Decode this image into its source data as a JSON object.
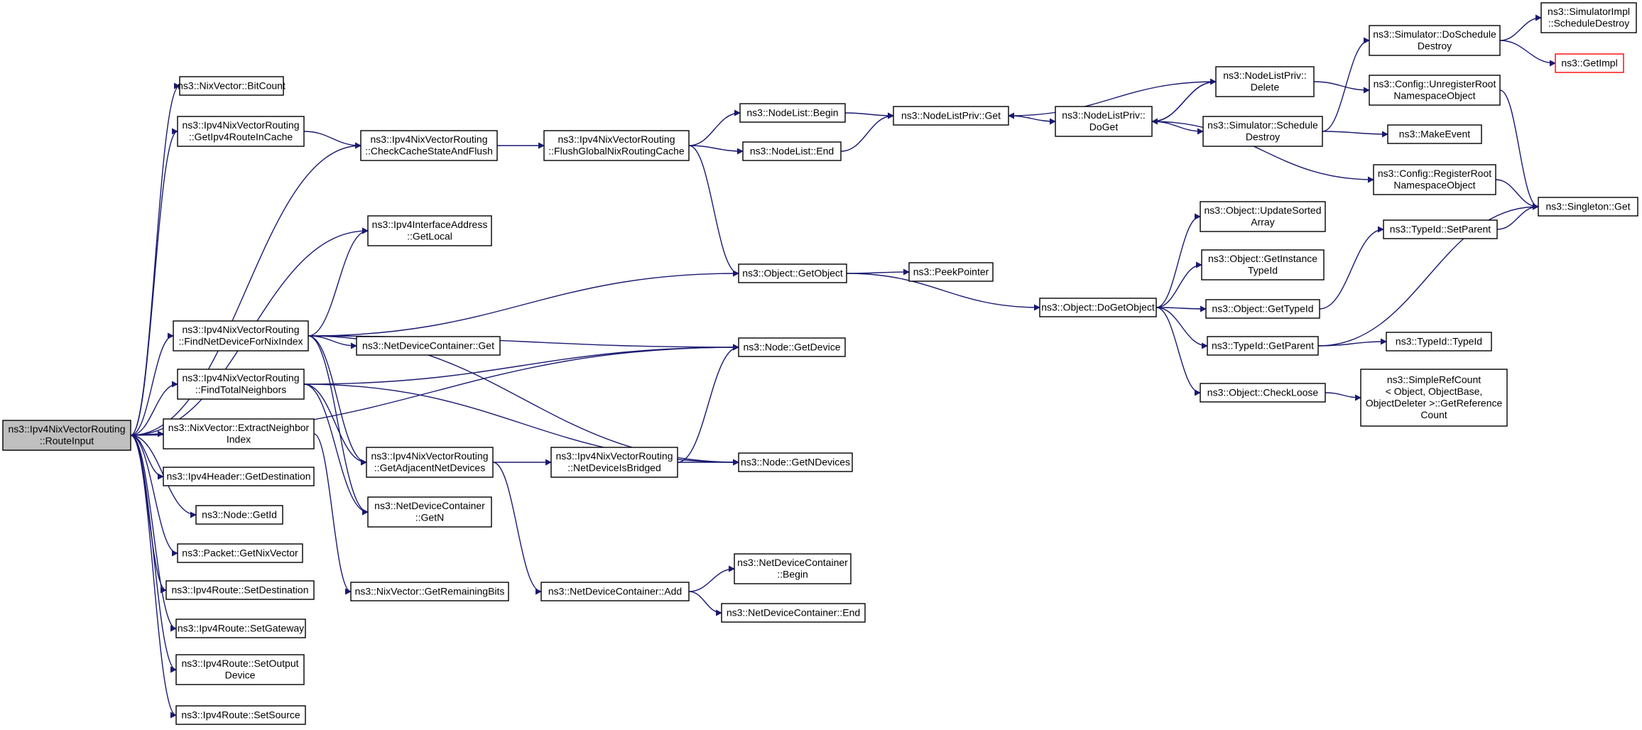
{
  "colors": {
    "edge": "#191970",
    "root_fill": "#bfbfbf",
    "external_border": "#ff0000"
  },
  "nodes": [
    {
      "id": "routeinput",
      "lines": [
        "ns3::Ipv4NixVectorRouting",
        "::RouteInput"
      ],
      "root": true
    },
    {
      "id": "bitcount",
      "lines": [
        "ns3::NixVector::BitCount"
      ]
    },
    {
      "id": "getipv4routeincache",
      "lines": [
        "ns3::Ipv4NixVectorRouting",
        "::GetIpv4RouteInCache"
      ]
    },
    {
      "id": "checkcache",
      "lines": [
        "ns3::Ipv4NixVectorRouting",
        "::CheckCacheStateAndFlush"
      ]
    },
    {
      "id": "flushglobal",
      "lines": [
        "ns3::Ipv4NixVectorRouting",
        "::FlushGlobalNixRoutingCache"
      ]
    },
    {
      "id": "nodelistbegin",
      "lines": [
        "ns3::NodeList::Begin"
      ]
    },
    {
      "id": "nodelistend",
      "lines": [
        "ns3::NodeList::End"
      ]
    },
    {
      "id": "nodelistprivget",
      "lines": [
        "ns3::NodeListPriv::Get"
      ]
    },
    {
      "id": "nodelistprivdoget",
      "lines": [
        "ns3::NodeListPriv::",
        "DoGet"
      ]
    },
    {
      "id": "nodelistprivdelete",
      "lines": [
        "ns3::NodeListPriv::",
        "Delete"
      ]
    },
    {
      "id": "simdoscheduledestroy",
      "lines": [
        "ns3::Simulator::DoSchedule",
        "Destroy"
      ]
    },
    {
      "id": "simimplscheduledestroy",
      "lines": [
        "ns3::SimulatorImpl",
        "::ScheduleDestroy"
      ]
    },
    {
      "id": "getimpl",
      "lines": [
        "ns3::GetImpl"
      ],
      "external": true
    },
    {
      "id": "configunregister",
      "lines": [
        "ns3::Config::UnregisterRoot",
        "NamespaceObject"
      ]
    },
    {
      "id": "simscheduledestroy",
      "lines": [
        "ns3::Simulator::Schedule",
        "Destroy"
      ]
    },
    {
      "id": "makeevent",
      "lines": [
        "ns3::MakeEvent"
      ]
    },
    {
      "id": "configregister",
      "lines": [
        "ns3::Config::RegisterRoot",
        "NamespaceObject"
      ]
    },
    {
      "id": "singletonget",
      "lines": [
        "ns3::Singleton::Get"
      ]
    },
    {
      "id": "ipv4ifaddrgetlocal",
      "lines": [
        "ns3::Ipv4InterfaceAddress",
        "::GetLocal"
      ]
    },
    {
      "id": "objectgetobject",
      "lines": [
        "ns3::Object::GetObject"
      ]
    },
    {
      "id": "peekpointer",
      "lines": [
        "ns3::PeekPointer"
      ]
    },
    {
      "id": "objectdogetobject",
      "lines": [
        "ns3::Object::DoGetObject"
      ]
    },
    {
      "id": "updatesortedarray",
      "lines": [
        "ns3::Object::UpdateSorted",
        "Array"
      ]
    },
    {
      "id": "getinstancetypeid",
      "lines": [
        "ns3::Object::GetInstance",
        "TypeId"
      ]
    },
    {
      "id": "objectgettypeid",
      "lines": [
        "ns3::Object::GetTypeId"
      ]
    },
    {
      "id": "typeidsetparent",
      "lines": [
        "ns3::TypeId::SetParent"
      ]
    },
    {
      "id": "typeidgetparent",
      "lines": [
        "ns3::TypeId::GetParent"
      ]
    },
    {
      "id": "typeidtypeid",
      "lines": [
        "ns3::TypeId::TypeId"
      ]
    },
    {
      "id": "checkloose",
      "lines": [
        "ns3::Object::CheckLoose"
      ]
    },
    {
      "id": "simplerefcount",
      "lines": [
        "ns3::SimpleRefCount",
        "< Object, ObjectBase,",
        "ObjectDeleter >::GetReference",
        "Count"
      ]
    },
    {
      "id": "findnetdevice",
      "lines": [
        "ns3::Ipv4NixVectorRouting",
        "::FindNetDeviceForNixIndex"
      ]
    },
    {
      "id": "ndcget",
      "lines": [
        "ns3::NetDeviceContainer::Get"
      ]
    },
    {
      "id": "nodegetdevice",
      "lines": [
        "ns3::Node::GetDevice"
      ]
    },
    {
      "id": "findtotalneighbors",
      "lines": [
        "ns3::Ipv4NixVectorRouting",
        "::FindTotalNeighbors"
      ]
    },
    {
      "id": "extractneighbor",
      "lines": [
        "ns3::NixVector::ExtractNeighbor",
        "Index"
      ]
    },
    {
      "id": "getadjacent",
      "lines": [
        "ns3::Ipv4NixVectorRouting",
        "::GetAdjacentNetDevices"
      ]
    },
    {
      "id": "netdeviceisbridged",
      "lines": [
        "ns3::Ipv4NixVectorRouting",
        "::NetDeviceIsBridged"
      ]
    },
    {
      "id": "nodegetndevices",
      "lines": [
        "ns3::Node::GetNDevices"
      ]
    },
    {
      "id": "ndcgetn",
      "lines": [
        "ns3::NetDeviceContainer",
        "::GetN"
      ]
    },
    {
      "id": "ipv4headergetdest",
      "lines": [
        "ns3::Ipv4Header::GetDestination"
      ]
    },
    {
      "id": "nodegetid",
      "lines": [
        "ns3::Node::GetId"
      ]
    },
    {
      "id": "packetgetnixvector",
      "lines": [
        "ns3::Packet::GetNixVector"
      ]
    },
    {
      "id": "routesetdest",
      "lines": [
        "ns3::Ipv4Route::SetDestination"
      ]
    },
    {
      "id": "routesetgateway",
      "lines": [
        "ns3::Ipv4Route::SetGateway"
      ]
    },
    {
      "id": "routesetoutput",
      "lines": [
        "ns3::Ipv4Route::SetOutput",
        "Device"
      ]
    },
    {
      "id": "routesetsource",
      "lines": [
        "ns3::Ipv4Route::SetSource"
      ]
    },
    {
      "id": "getremainingbits",
      "lines": [
        "ns3::NixVector::GetRemainingBits"
      ]
    },
    {
      "id": "ndcadd",
      "lines": [
        "ns3::NetDeviceContainer::Add"
      ]
    },
    {
      "id": "ndcbegin",
      "lines": [
        "ns3::NetDeviceContainer",
        "::Begin"
      ]
    },
    {
      "id": "ndcend",
      "lines": [
        "ns3::NetDeviceContainer::End"
      ]
    }
  ],
  "edges": [
    [
      "routeinput",
      "bitcount"
    ],
    [
      "routeinput",
      "getipv4routeincache"
    ],
    [
      "routeinput",
      "checkcache"
    ],
    [
      "routeinput",
      "nodegetdevice"
    ],
    [
      "routeinput",
      "ipv4ifaddrgetlocal"
    ],
    [
      "routeinput",
      "findnetdevice"
    ],
    [
      "routeinput",
      "findtotalneighbors"
    ],
    [
      "routeinput",
      "extractneighbor"
    ],
    [
      "routeinput",
      "ipv4headergetdest"
    ],
    [
      "routeinput",
      "nodegetid"
    ],
    [
      "routeinput",
      "packetgetnixvector"
    ],
    [
      "routeinput",
      "routesetdest"
    ],
    [
      "routeinput",
      "routesetgateway"
    ],
    [
      "routeinput",
      "routesetoutput"
    ],
    [
      "routeinput",
      "routesetsource"
    ],
    [
      "getipv4routeincache",
      "checkcache"
    ],
    [
      "checkcache",
      "flushglobal"
    ],
    [
      "flushglobal",
      "nodelistbegin"
    ],
    [
      "flushglobal",
      "nodelistend"
    ],
    [
      "flushglobal",
      "objectgetobject"
    ],
    [
      "nodelistbegin",
      "nodelistprivget"
    ],
    [
      "nodelistend",
      "nodelistprivget"
    ],
    [
      "nodelistprivget",
      "nodelistprivdoget"
    ],
    [
      "nodelistprivdoget",
      "nodelistprivdelete"
    ],
    [
      "nodelistprivdoget",
      "simscheduledestroy"
    ],
    [
      "nodelistprivdoget",
      "configregister"
    ],
    [
      "nodelistprivdelete",
      "nodelistprivget"
    ],
    [
      "nodelistprivdelete",
      "nodelistprivdoget"
    ],
    [
      "nodelistprivdelete",
      "configunregister"
    ],
    [
      "simscheduledestroy",
      "simdoscheduledestroy"
    ],
    [
      "simscheduledestroy",
      "makeevent"
    ],
    [
      "simdoscheduledestroy",
      "simimplscheduledestroy"
    ],
    [
      "simdoscheduledestroy",
      "getimpl"
    ],
    [
      "configunregister",
      "singletonget"
    ],
    [
      "configregister",
      "singletonget"
    ],
    [
      "findnetdevice",
      "ipv4ifaddrgetlocal"
    ],
    [
      "findnetdevice",
      "objectgetobject"
    ],
    [
      "findnetdevice",
      "ndcget"
    ],
    [
      "findnetdevice",
      "nodegetdevice"
    ],
    [
      "findnetdevice",
      "getadjacent"
    ],
    [
      "findnetdevice",
      "ndcgetn"
    ],
    [
      "findnetdevice",
      "nodegetndevices"
    ],
    [
      "findtotalneighbors",
      "nodegetdevice"
    ],
    [
      "findtotalneighbors",
      "getadjacent"
    ],
    [
      "findtotalneighbors",
      "ndcgetn"
    ],
    [
      "findtotalneighbors",
      "nodegetndevices"
    ],
    [
      "extractneighbor",
      "getremainingbits"
    ],
    [
      "getadjacent",
      "netdeviceisbridged"
    ],
    [
      "getadjacent",
      "ndcadd"
    ],
    [
      "netdeviceisbridged",
      "nodegetdevice"
    ],
    [
      "netdeviceisbridged",
      "nodegetndevices"
    ],
    [
      "ndcadd",
      "ndcbegin"
    ],
    [
      "ndcadd",
      "ndcend"
    ],
    [
      "objectgetobject",
      "peekpointer"
    ],
    [
      "objectgetobject",
      "objectdogetobject"
    ],
    [
      "objectdogetobject",
      "updatesortedarray"
    ],
    [
      "objectdogetobject",
      "getinstancetypeid"
    ],
    [
      "objectdogetobject",
      "objectgettypeid"
    ],
    [
      "objectdogetobject",
      "typeidgetparent"
    ],
    [
      "objectdogetobject",
      "checkloose"
    ],
    [
      "objectgettypeid",
      "typeidsetparent"
    ],
    [
      "typeidsetparent",
      "singletonget"
    ],
    [
      "typeidgetparent",
      "singletonget"
    ],
    [
      "typeidgetparent",
      "typeidtypeid"
    ],
    [
      "checkloose",
      "simplerefcount"
    ]
  ]
}
